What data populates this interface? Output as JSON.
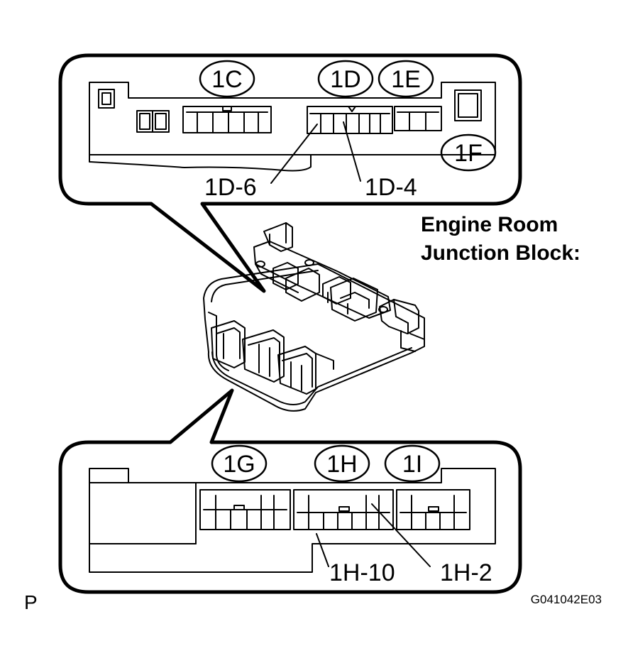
{
  "connectors": {
    "upper": [
      "1C",
      "1D",
      "1E",
      "1F"
    ],
    "lower": [
      "1G",
      "1H",
      "1I"
    ]
  },
  "pins": {
    "p1d6": "1D-6",
    "p1d4": "1D-4",
    "p1h10": "1H-10",
    "p1h2": "1H-2"
  },
  "title": {
    "line1": "Engine Room",
    "line2": "Junction Block:"
  },
  "corner_letter": "P",
  "figure_id": "G041042E03"
}
